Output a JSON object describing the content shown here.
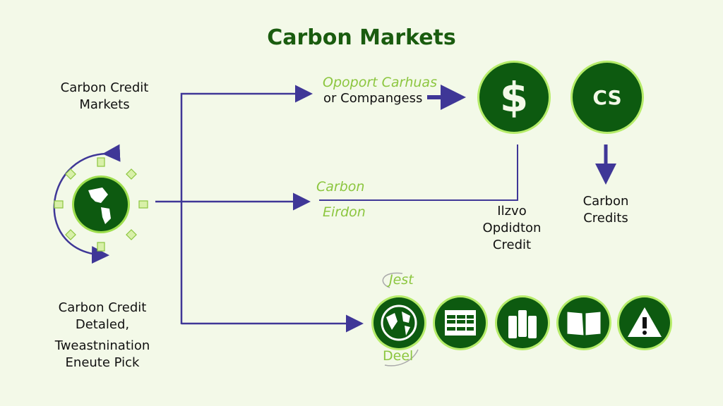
{
  "title": "Carbon Markets",
  "left": {
    "top_label": [
      "Carbon Credit",
      "Markets"
    ],
    "bottom_label": [
      "Carbon Credit",
      "Detaled,",
      "Tweastnination",
      "Eneute Pick"
    ]
  },
  "middle": {
    "top_label_italic": "Opoport Carhuas",
    "top_label": "or Compangess",
    "mid_label_top": "Carbon",
    "mid_label_bottom": "Eirdon"
  },
  "right": {
    "dollar_symbol": "$",
    "cs_label": "CS",
    "option_label": [
      "Ilzvo",
      "Opdidton",
      "Credit"
    ],
    "credits_label": [
      "Carbon",
      "Credits"
    ]
  },
  "bottom_icons": {
    "top_caption": "Jest",
    "bottom_caption": "Deel",
    "icons": [
      "globe-icon",
      "spreadsheet-icon",
      "cylinders-icon",
      "book-icon",
      "warning-icon"
    ]
  },
  "colors": {
    "dark_green": "#0d5a10",
    "light_green": "#8cc63f",
    "arrow_purple": "#3f3797",
    "background": "#f3f9e8"
  }
}
